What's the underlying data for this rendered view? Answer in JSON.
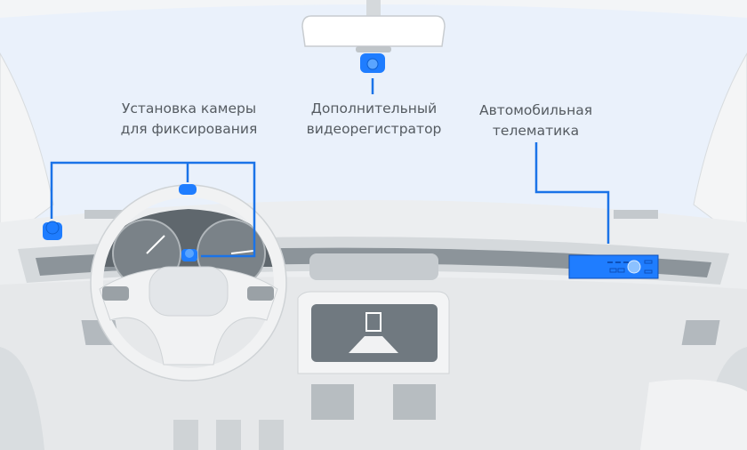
{
  "labels": {
    "camera_mount": [
      "Установка камеры",
      "для фиксирования"
    ],
    "extra_dashcam": [
      "Дополнительный",
      "видеорегистратор"
    ],
    "telematics": [
      "Автомобильная",
      "телематика"
    ]
  },
  "colors": {
    "accent": "#1a73e8",
    "device_blue": "#1f7dff",
    "windshield": "#eaf1fb",
    "dashboard": "#e3e6e9",
    "label_text": "#555b61"
  }
}
